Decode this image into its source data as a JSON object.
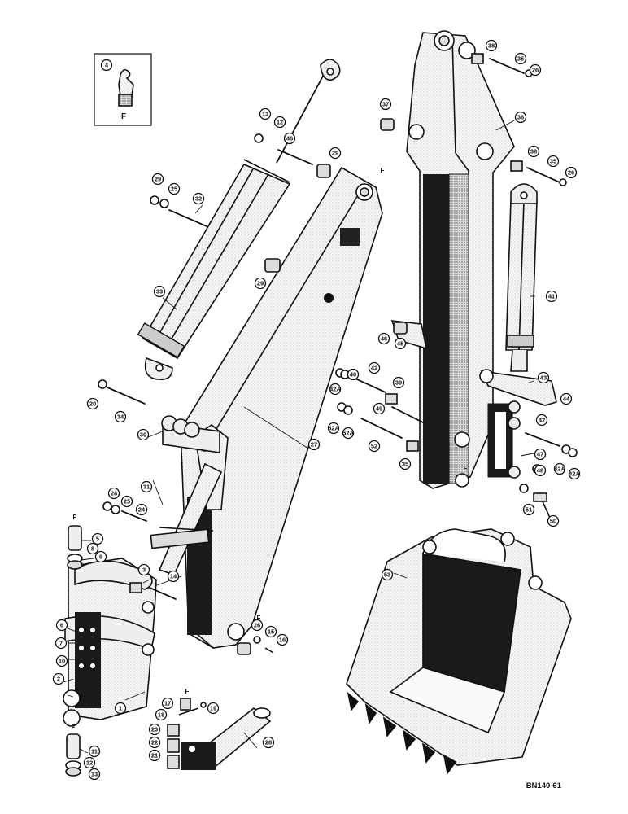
{
  "callouts": {
    "c1": "1",
    "c2": "2",
    "c3": "3",
    "c4": "4",
    "c5": "5",
    "c6": "6",
    "c7": "7",
    "c8": "8",
    "c9": "9",
    "c10": "10",
    "c11": "11",
    "c12": "12",
    "c13": "13",
    "c14": "14",
    "c15": "15",
    "c16": "16",
    "c17": "17",
    "c18": "18",
    "c19": "19",
    "c20": "20",
    "c21": "21",
    "c22": "22",
    "c23": "23",
    "c24": "24",
    "c25": "25",
    "c26": "26",
    "c27": "27",
    "c28": "28",
    "c29": "29",
    "c30": "30",
    "c31": "31",
    "c32": "32",
    "c33": "33",
    "c34": "34",
    "c35": "35",
    "c36": "36",
    "c37": "37",
    "c38": "38",
    "c39": "39",
    "c40": "40",
    "c41": "41",
    "c42": "42",
    "c42a": "42A",
    "c43": "43",
    "c44": "44",
    "c45": "45",
    "c46": "46",
    "c47": "47",
    "c48": "48",
    "c49": "49",
    "c50": "50",
    "c51": "51",
    "c52": "52",
    "c52a": "52A",
    "c53": "53"
  },
  "fitting_mark": "F",
  "inset": {
    "callout": "4",
    "label": "F"
  },
  "drawing_code": "BN140-61"
}
